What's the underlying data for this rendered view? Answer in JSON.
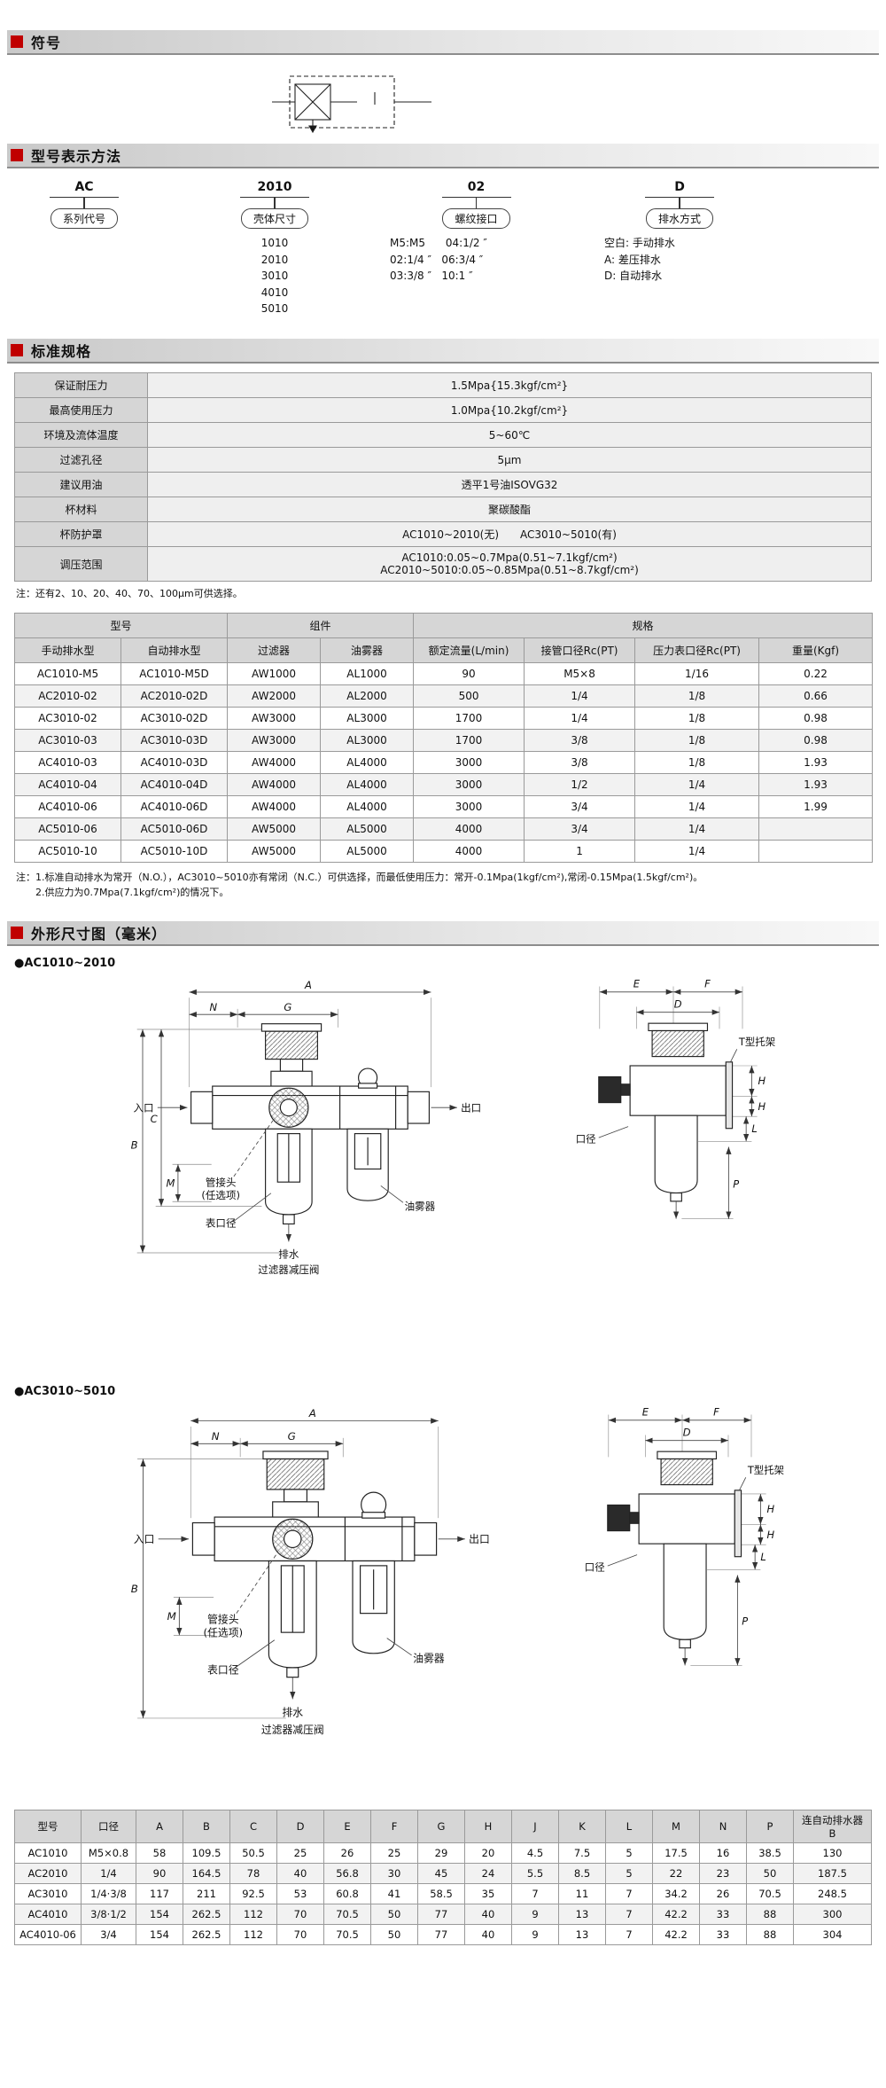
{
  "accent": "#c00000",
  "sections": {
    "symbol": {
      "title": "符号"
    },
    "model_method": {
      "title": "型号表示方法"
    },
    "specs": {
      "title": "标准规格"
    },
    "dimensions": {
      "title": "外形尺寸图（毫米）"
    }
  },
  "model_code": {
    "columns": [
      {
        "code": "AC",
        "label": "系列代号",
        "options": []
      },
      {
        "code": "2010",
        "label": "壳体尺寸",
        "options": [
          "1010",
          "2010",
          "3010",
          "4010",
          "5010"
        ]
      },
      {
        "code": "02",
        "label": "螺纹接口",
        "options": [
          "M5:M5      04:1/2 ″",
          "02:1/4 ″   06:3/4 ″",
          "03:3/8 ″   10:1 ″"
        ]
      },
      {
        "code": "D",
        "label": "排水方式",
        "options": [
          "空白: 手动排水",
          "A: 差压排水",
          "D: 自动排水"
        ]
      }
    ]
  },
  "specs_table": {
    "rows": [
      [
        "保证耐压力",
        "1.5Mpa{15.3kgf/cm²}"
      ],
      [
        "最高使用压力",
        "1.0Mpa{10.2kgf/cm²}"
      ],
      [
        "环境及流体温度",
        "5~60℃"
      ],
      [
        "过滤孔径",
        "5μm"
      ],
      [
        "建议用油",
        "透平1号油ISOVG32"
      ],
      [
        "杯材料",
        "聚碳酸酯"
      ],
      [
        "杯防护罩",
        "AC1010~2010(无)　　AC3010~5010(有)"
      ],
      [
        "调压范围",
        "AC1010:0.05~0.7Mpa(0.51~7.1kgf/cm²)\nAC2010~5010:0.05~0.85Mpa(0.51~8.7kgf/cm²)"
      ]
    ],
    "note": "注：还有2、10、20、40、70、100μm可供选择。"
  },
  "models_table": {
    "header": {
      "group_model": "型号",
      "group_parts": "组件",
      "group_spec": "规格",
      "cols": [
        "手动排水型",
        "自动排水型",
        "过滤器",
        "油雾器",
        "额定流量(L/min)",
        "接管口径Rc(PT)",
        "压力表口径Rc(PT)",
        "重量(Kgf)"
      ]
    },
    "rows": [
      [
        "AC1010-M5",
        "AC1010-M5D",
        "AW1000",
        "AL1000",
        "90",
        "M5×8",
        "1/16",
        "0.22"
      ],
      [
        "AC2010-02",
        "AC2010-02D",
        "AW2000",
        "AL2000",
        "500",
        "1/4",
        "1/8",
        "0.66"
      ],
      [
        "AC3010-02",
        "AC3010-02D",
        "AW3000",
        "AL3000",
        "1700",
        "1/4",
        "1/8",
        "0.98"
      ],
      [
        "AC3010-03",
        "AC3010-03D",
        "AW3000",
        "AL3000",
        "1700",
        "3/8",
        "1/8",
        "0.98"
      ],
      [
        "AC4010-03",
        "AC4010-03D",
        "AW4000",
        "AL4000",
        "3000",
        "3/8",
        "1/8",
        "1.93"
      ],
      [
        "AC4010-04",
        "AC4010-04D",
        "AW4000",
        "AL4000",
        "3000",
        "1/2",
        "1/4",
        "1.93"
      ],
      [
        "AC4010-06",
        "AC4010-06D",
        "AW4000",
        "AL4000",
        "3000",
        "3/4",
        "1/4",
        "1.99"
      ],
      [
        "AC5010-06",
        "AC5010-06D",
        "AW5000",
        "AL5000",
        "4000",
        "3/4",
        "1/4",
        ""
      ],
      [
        "AC5010-10",
        "AC5010-10D",
        "AW5000",
        "AL5000",
        "4000",
        "1",
        "1/4",
        ""
      ]
    ],
    "notes": [
      "注：1.标准自动排水为常开（N.O.），AC3010~5010亦有常闭（N.C.）可供选择，而最低使用压力：常开-0.1Mpa(1kgf/cm²),常闭-0.15Mpa(1.5kgf/cm²)。",
      "2.供应力为0.7Mpa(7.1kgf/cm²)的情况下。"
    ]
  },
  "drawings": {
    "group1": {
      "caption": "●AC1010~2010"
    },
    "group2": {
      "caption": "●AC3010~5010"
    },
    "labels": {
      "inlet": "入口",
      "outlet": "出口",
      "fitting1": "管接头",
      "fitting2": "(任选项)",
      "gauge_port": "表口径",
      "lubricator": "油雾器",
      "drain": "排水",
      "filter_valve": "过滤器减压阀",
      "bracket": "T型托架",
      "bore": "口径",
      "dims": {
        "A": "A",
        "B": "B",
        "C": "C",
        "D": "D",
        "E": "E",
        "F": "F",
        "G": "G",
        "H": "H",
        "L": "L",
        "M": "M",
        "N": "N",
        "P": "P"
      }
    }
  },
  "dim_table": {
    "headers": [
      "型号",
      "口径",
      "A",
      "B",
      "C",
      "D",
      "E",
      "F",
      "G",
      "H",
      "J",
      "K",
      "L",
      "M",
      "N",
      "P",
      "连自动排水器\nB"
    ],
    "rows": [
      [
        "AC1010",
        "M5×0.8",
        "58",
        "109.5",
        "50.5",
        "25",
        "26",
        "25",
        "29",
        "20",
        "4.5",
        "7.5",
        "5",
        "17.5",
        "16",
        "38.5",
        "130"
      ],
      [
        "AC2010",
        "1/4",
        "90",
        "164.5",
        "78",
        "40",
        "56.8",
        "30",
        "45",
        "24",
        "5.5",
        "8.5",
        "5",
        "22",
        "23",
        "50",
        "187.5"
      ],
      [
        "AC3010",
        "1/4·3/8",
        "117",
        "211",
        "92.5",
        "53",
        "60.8",
        "41",
        "58.5",
        "35",
        "7",
        "11",
        "7",
        "34.2",
        "26",
        "70.5",
        "248.5"
      ],
      [
        "AC4010",
        "3/8·1/2",
        "154",
        "262.5",
        "112",
        "70",
        "70.5",
        "50",
        "77",
        "40",
        "9",
        "13",
        "7",
        "42.2",
        "33",
        "88",
        "300"
      ],
      [
        "AC4010-06",
        "3/4",
        "154",
        "262.5",
        "112",
        "70",
        "70.5",
        "50",
        "77",
        "40",
        "9",
        "13",
        "7",
        "42.2",
        "33",
        "88",
        "304"
      ]
    ]
  }
}
